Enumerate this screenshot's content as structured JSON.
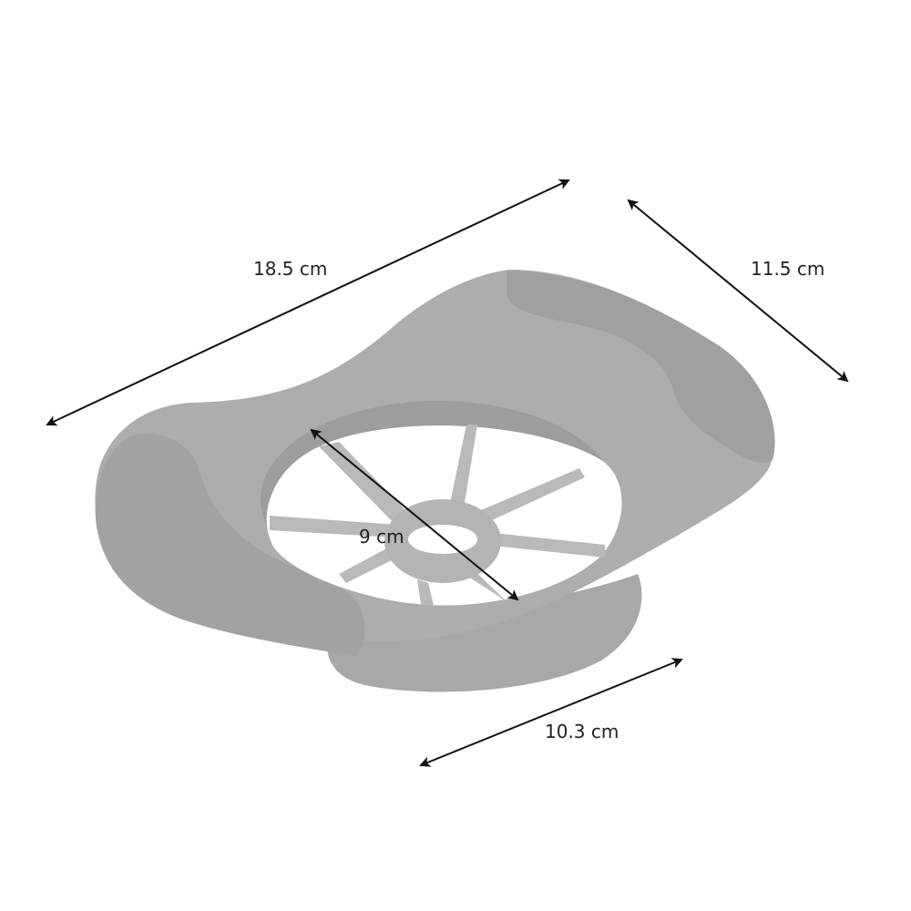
{
  "colors": {
    "body_light": "#a9a9a9",
    "body_dark": "#9a9a9a",
    "handle_shadow": "#a3a3a3",
    "cavity": "#9b9b9b",
    "blade": "#b8b8b8",
    "arrow": "#111111",
    "text": "#222222"
  },
  "dimensions": {
    "length": "18.5 cm",
    "width": "11.5 cm",
    "cutter_diameter": "9 cm",
    "base_width": "10.3 cm"
  }
}
